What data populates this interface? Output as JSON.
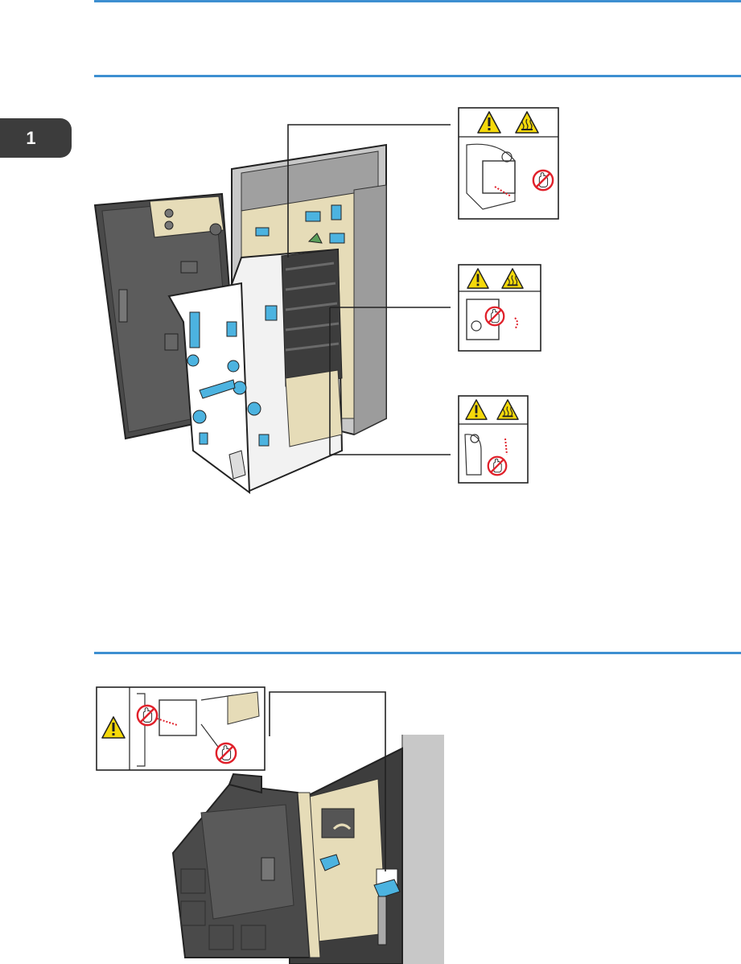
{
  "chapter": {
    "number": "1"
  },
  "colors": {
    "rule": "#3d8fd1",
    "chapter_tab": "#3c3c3c",
    "accent_lever": "#4cb3e0",
    "warning_yellow": "#f5d90a",
    "prohibit_red": "#e0202a",
    "machine_dark": "#4a4a4a",
    "machine_grey": "#c8c8c8",
    "paper_beige": "#e6dcb8"
  },
  "figures": [
    {
      "name": "fusing-unit-illustration",
      "labels": [
        {
          "icons": [
            "warning-icon",
            "hot-surface-icon",
            "no-touch-icon"
          ]
        },
        {
          "icons": [
            "warning-icon",
            "hot-surface-icon",
            "no-touch-icon"
          ]
        },
        {
          "icons": [
            "warning-icon",
            "hot-surface-icon",
            "no-touch-icon"
          ]
        }
      ]
    },
    {
      "name": "front-door-illustration",
      "labels": [
        {
          "icons": [
            "warning-icon",
            "no-touch-icon",
            "no-touch-icon"
          ]
        }
      ]
    }
  ]
}
